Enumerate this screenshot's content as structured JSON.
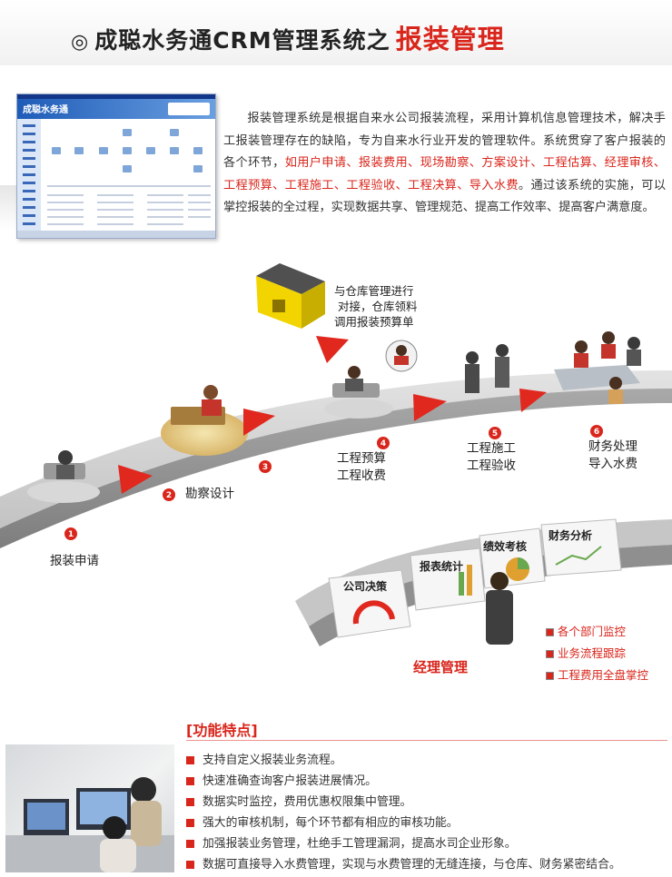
{
  "header": {
    "prefix_symbol": "◎",
    "title": "成聪水务通CRM管理系统之",
    "title_highlight": "报装管理"
  },
  "screenshot_thumb": {
    "app_logo_text": "成聪水务通"
  },
  "intro": {
    "part1": "报装管理系统是根据自来水公司报装流程，采用计算机信息管理技术，解决手工报装管理存在的缺陷，专为自来水行业开发的管理软件。系统贯穿了客户报装的各个环节，",
    "part_red": "如用户申请、报装费用、现场勘察、方案设计、工程估算、经理审核、工程预算、工程施工、工程验收、工程决算、导入水费",
    "part2": "。通过该系统的实施，可以掌控报装的全过程，实现数据共享、管理规范、提高工作效率、提高客户满意度。"
  },
  "flow": {
    "house_note": [
      "与仓库管理进行",
      "对接，仓库领料",
      "调用报装预算单"
    ],
    "steps": [
      {
        "num": "1",
        "lines": [
          "报装申请"
        ]
      },
      {
        "num": "2",
        "lines": [
          "勘察设计"
        ]
      },
      {
        "num": "3",
        "lines": []
      },
      {
        "num": "4",
        "lines": [
          "工程预算",
          "工程收费"
        ]
      },
      {
        "num": "5",
        "lines": [
          "工程施工",
          "工程验收"
        ]
      },
      {
        "num": "6",
        "lines": [
          "财务处理",
          "导入水费"
        ]
      }
    ],
    "dashboard_panels": [
      "公司决策",
      "报表统计",
      "绩效考核",
      "财务分析"
    ],
    "manager_label": "经理管理",
    "legend": [
      "各个部门监控",
      "业务流程跟踪",
      "工程费用全盘掌控"
    ],
    "colors": {
      "accent": "#d9261c",
      "road": "#c8c8c8",
      "house": "#f2d500"
    }
  },
  "features": {
    "title": "[功能特点]",
    "items": [
      "支持自定义报装业务流程。",
      "快速准确查询客户报装进展情况。",
      "数据实时监控，费用优惠权限集中管理。",
      "强大的审核机制，每个环节都有相应的审核功能。",
      "加强报装业务管理，杜绝手工管理漏洞，提高水司企业形象。",
      "数据可直接导入水费管理，实现与水费管理的无缝连接，与仓库、财务紧密结合。"
    ]
  }
}
